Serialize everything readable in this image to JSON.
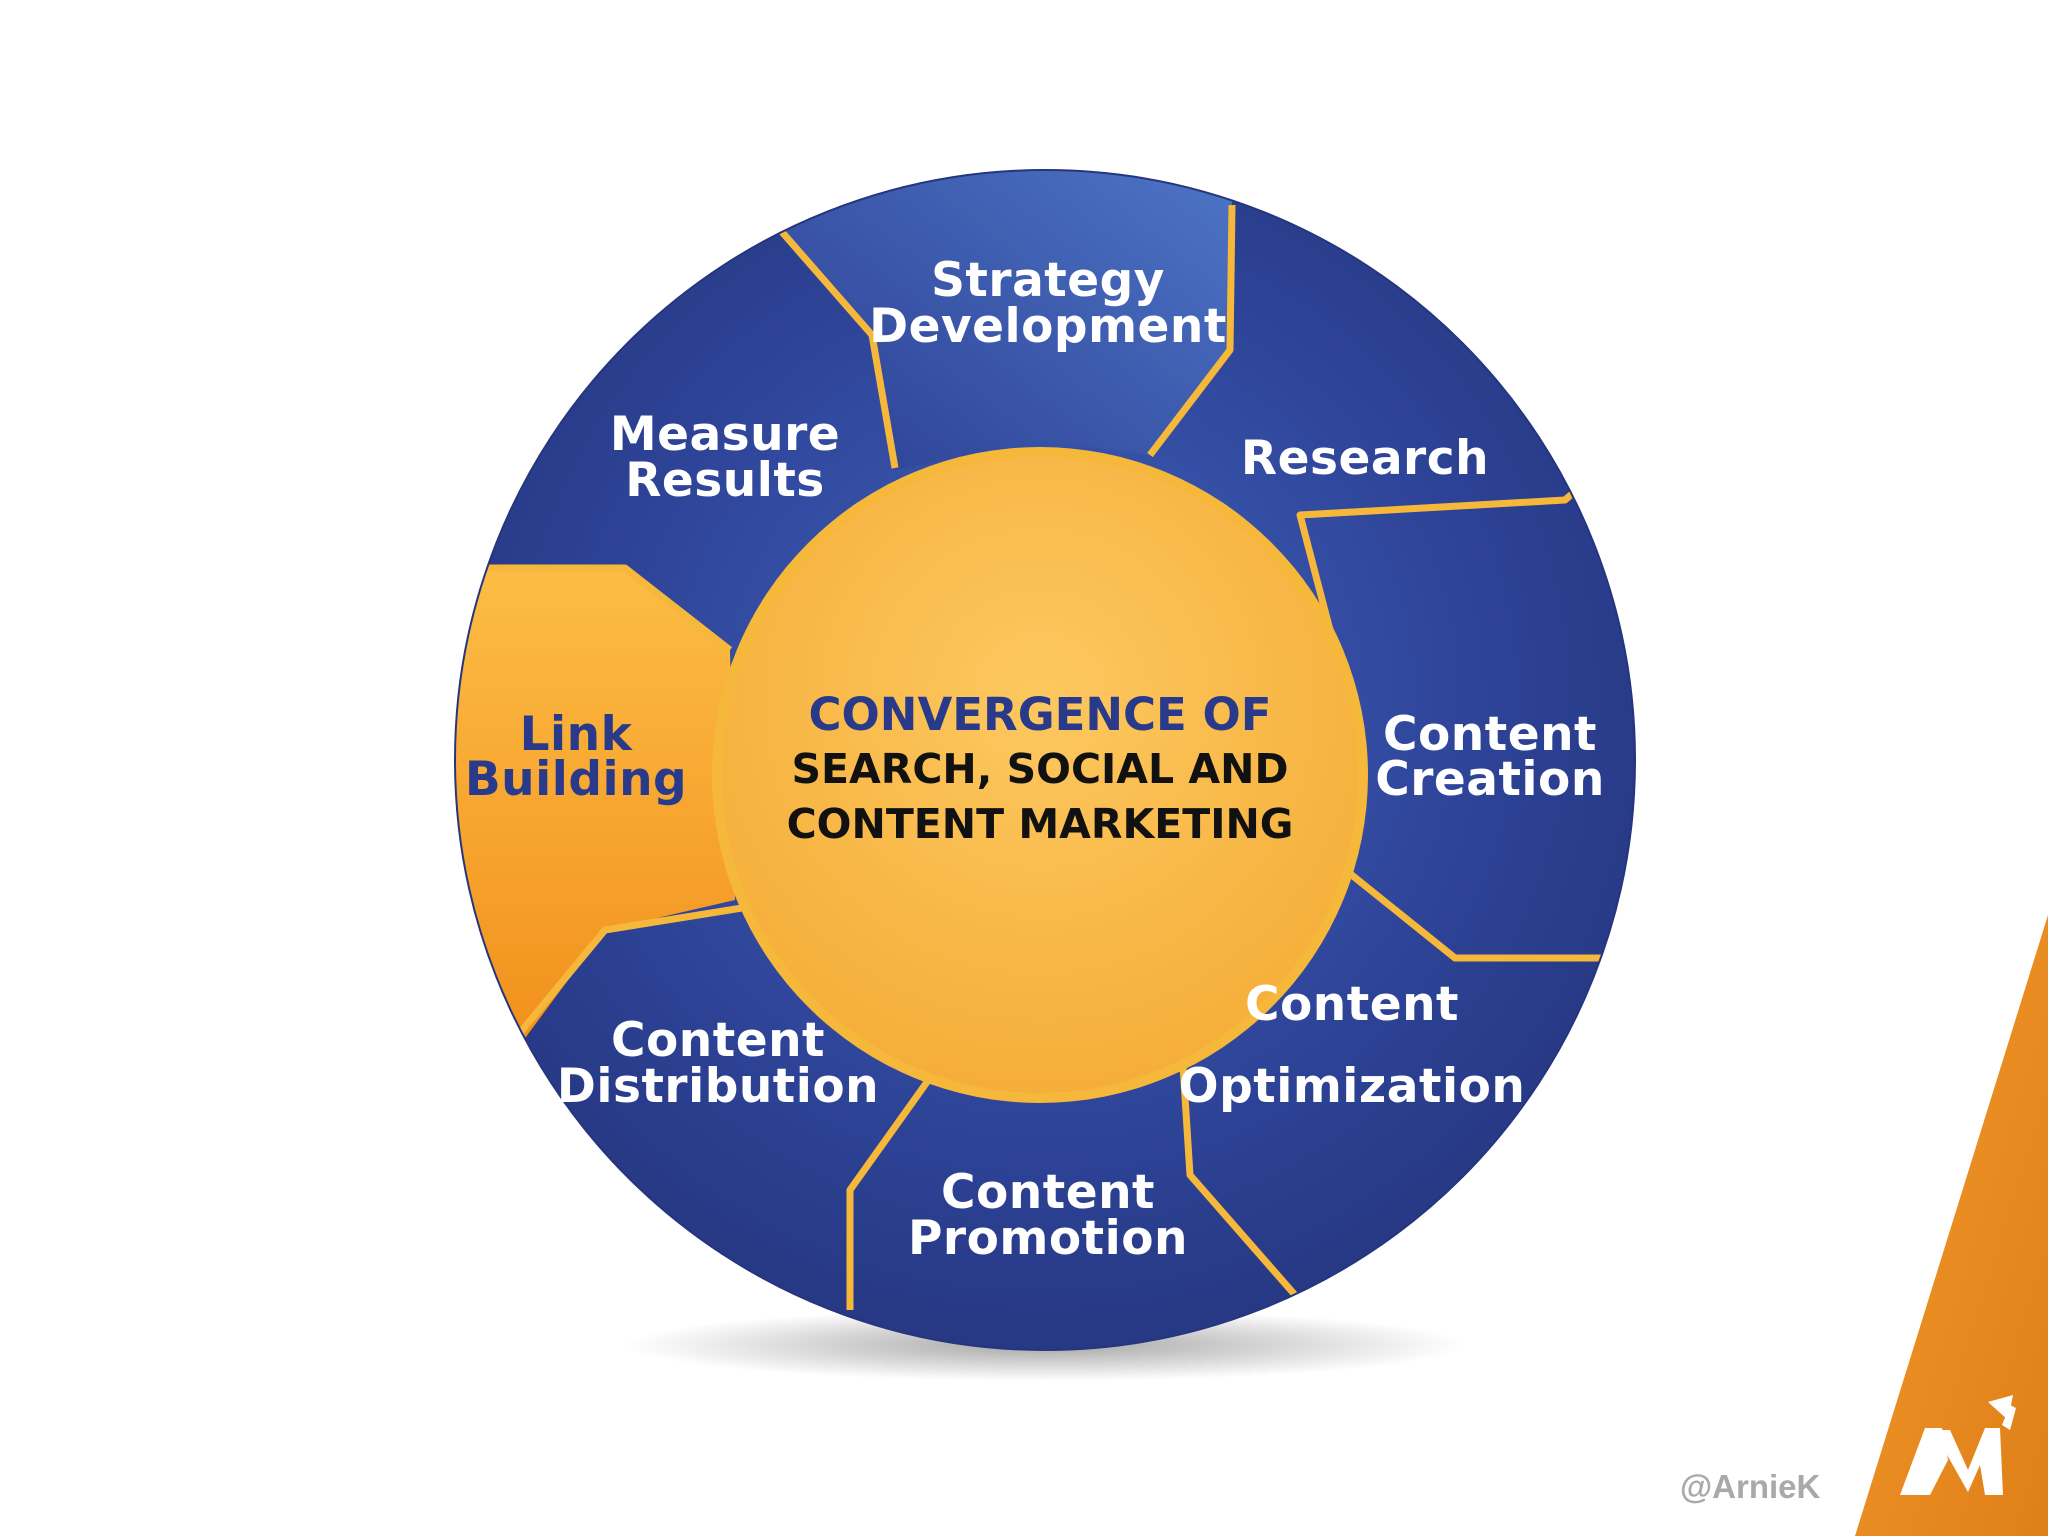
{
  "diagram": {
    "center": {
      "title": "CONVERGENCE OF",
      "line2": "SEARCH, SOCIAL AND",
      "line3": "CONTENT MARKETING"
    },
    "segments": [
      {
        "line1": "Strategy",
        "line2": "Development"
      },
      {
        "line1": "Research",
        "line2": ""
      },
      {
        "line1": "Content",
        "line2": "Creation"
      },
      {
        "line1": "Content",
        "line2": "Optimization"
      },
      {
        "line1": "Content",
        "line2": "Promotion"
      },
      {
        "line1": "Content",
        "line2": "Distribution"
      },
      {
        "line1": "Link",
        "line2": "Building",
        "highlighted": true
      },
      {
        "line1": "Measure",
        "line2": "Results"
      }
    ]
  },
  "footer": {
    "handle": "@ArnieK"
  },
  "colors": {
    "segment_blue": "#2d3f95",
    "segment_blue_light": "#3d5ab8",
    "divider_gold": "#f5b83a",
    "center_yellow": "#f9be4a",
    "highlight_orange": "#f7a52b",
    "brand_orange": "#ec8f21"
  }
}
